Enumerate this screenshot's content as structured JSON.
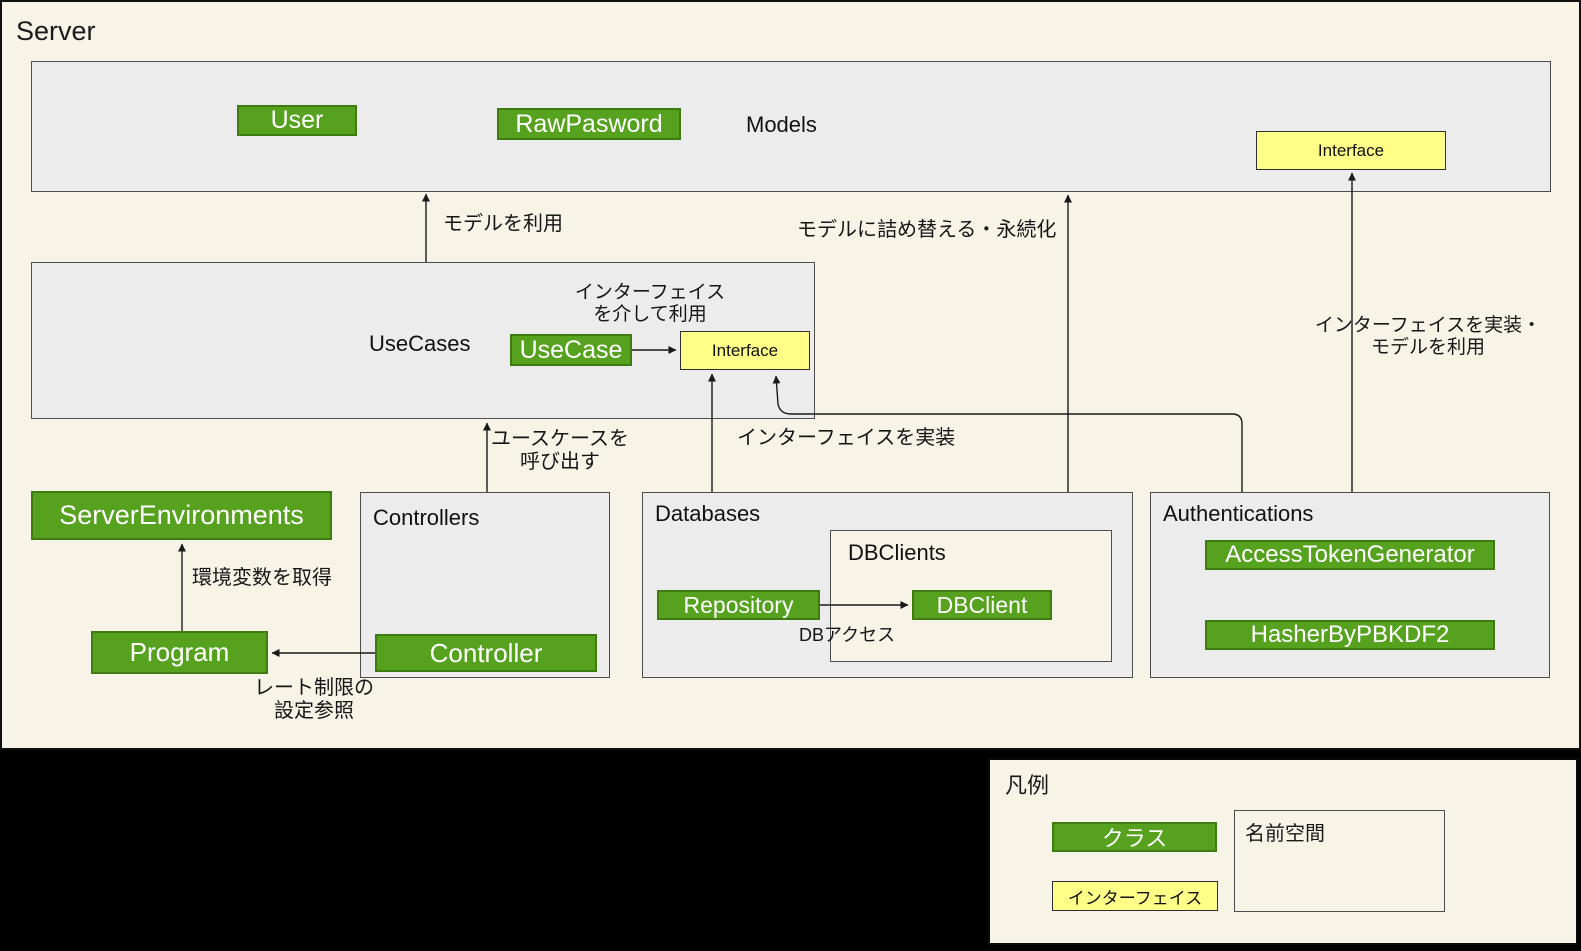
{
  "colors": {
    "background": "#f7f3e7",
    "canvas": "#000000",
    "namespace_fill": "#ececec",
    "namespace_border": "#4d4d4d",
    "class_fill": "#56a21f",
    "class_border": "#3e7c12",
    "class_text": "#ffffff",
    "interface_fill": "#ffff88",
    "interface_border": "#2e2e2e",
    "line": "#1a1a1a"
  },
  "diagram": {
    "title": "Server",
    "namespaces": {
      "models": {
        "label": "Models",
        "classes": {
          "user": "User",
          "rawpasword": "RawPasword"
        },
        "interface": "Interface"
      },
      "usecases": {
        "label": "UseCases",
        "class": "UseCase",
        "interface": "Interface"
      },
      "controllers": {
        "label": "Controllers",
        "class": "Controller"
      },
      "databases": {
        "label": "Databases",
        "class": "Repository",
        "nested": {
          "label": "DBClients",
          "class": "DBClient"
        }
      },
      "authentications": {
        "label": "Authentications",
        "classes": [
          "AccessTokenGenerator",
          "HasherByPBKDF2"
        ]
      }
    },
    "standalone_classes": {
      "server_environments": "ServerEnvironments",
      "program": "Program"
    },
    "edge_labels": {
      "use_model": "モデルを利用",
      "repack_model": "モデルに詰め替える・永続化",
      "via_interface_1": "インターフェイス",
      "via_interface_2": "を介して利用",
      "impl_interface": "インターフェイスを実装",
      "impl_and_use_1": "インターフェイスを実装・",
      "impl_and_use_2": "モデルを利用",
      "call_usecase_1": "ユースケースを",
      "call_usecase_2": "呼び出す",
      "get_env": "環境変数を取得",
      "rate_limit_1": "レート制限の",
      "rate_limit_2": "設定参照",
      "db_access": "DBアクセス"
    },
    "legend": {
      "title": "凡例",
      "class_label": "クラス",
      "interface_label": "インターフェイス",
      "namespace_label": "名前空間"
    }
  }
}
